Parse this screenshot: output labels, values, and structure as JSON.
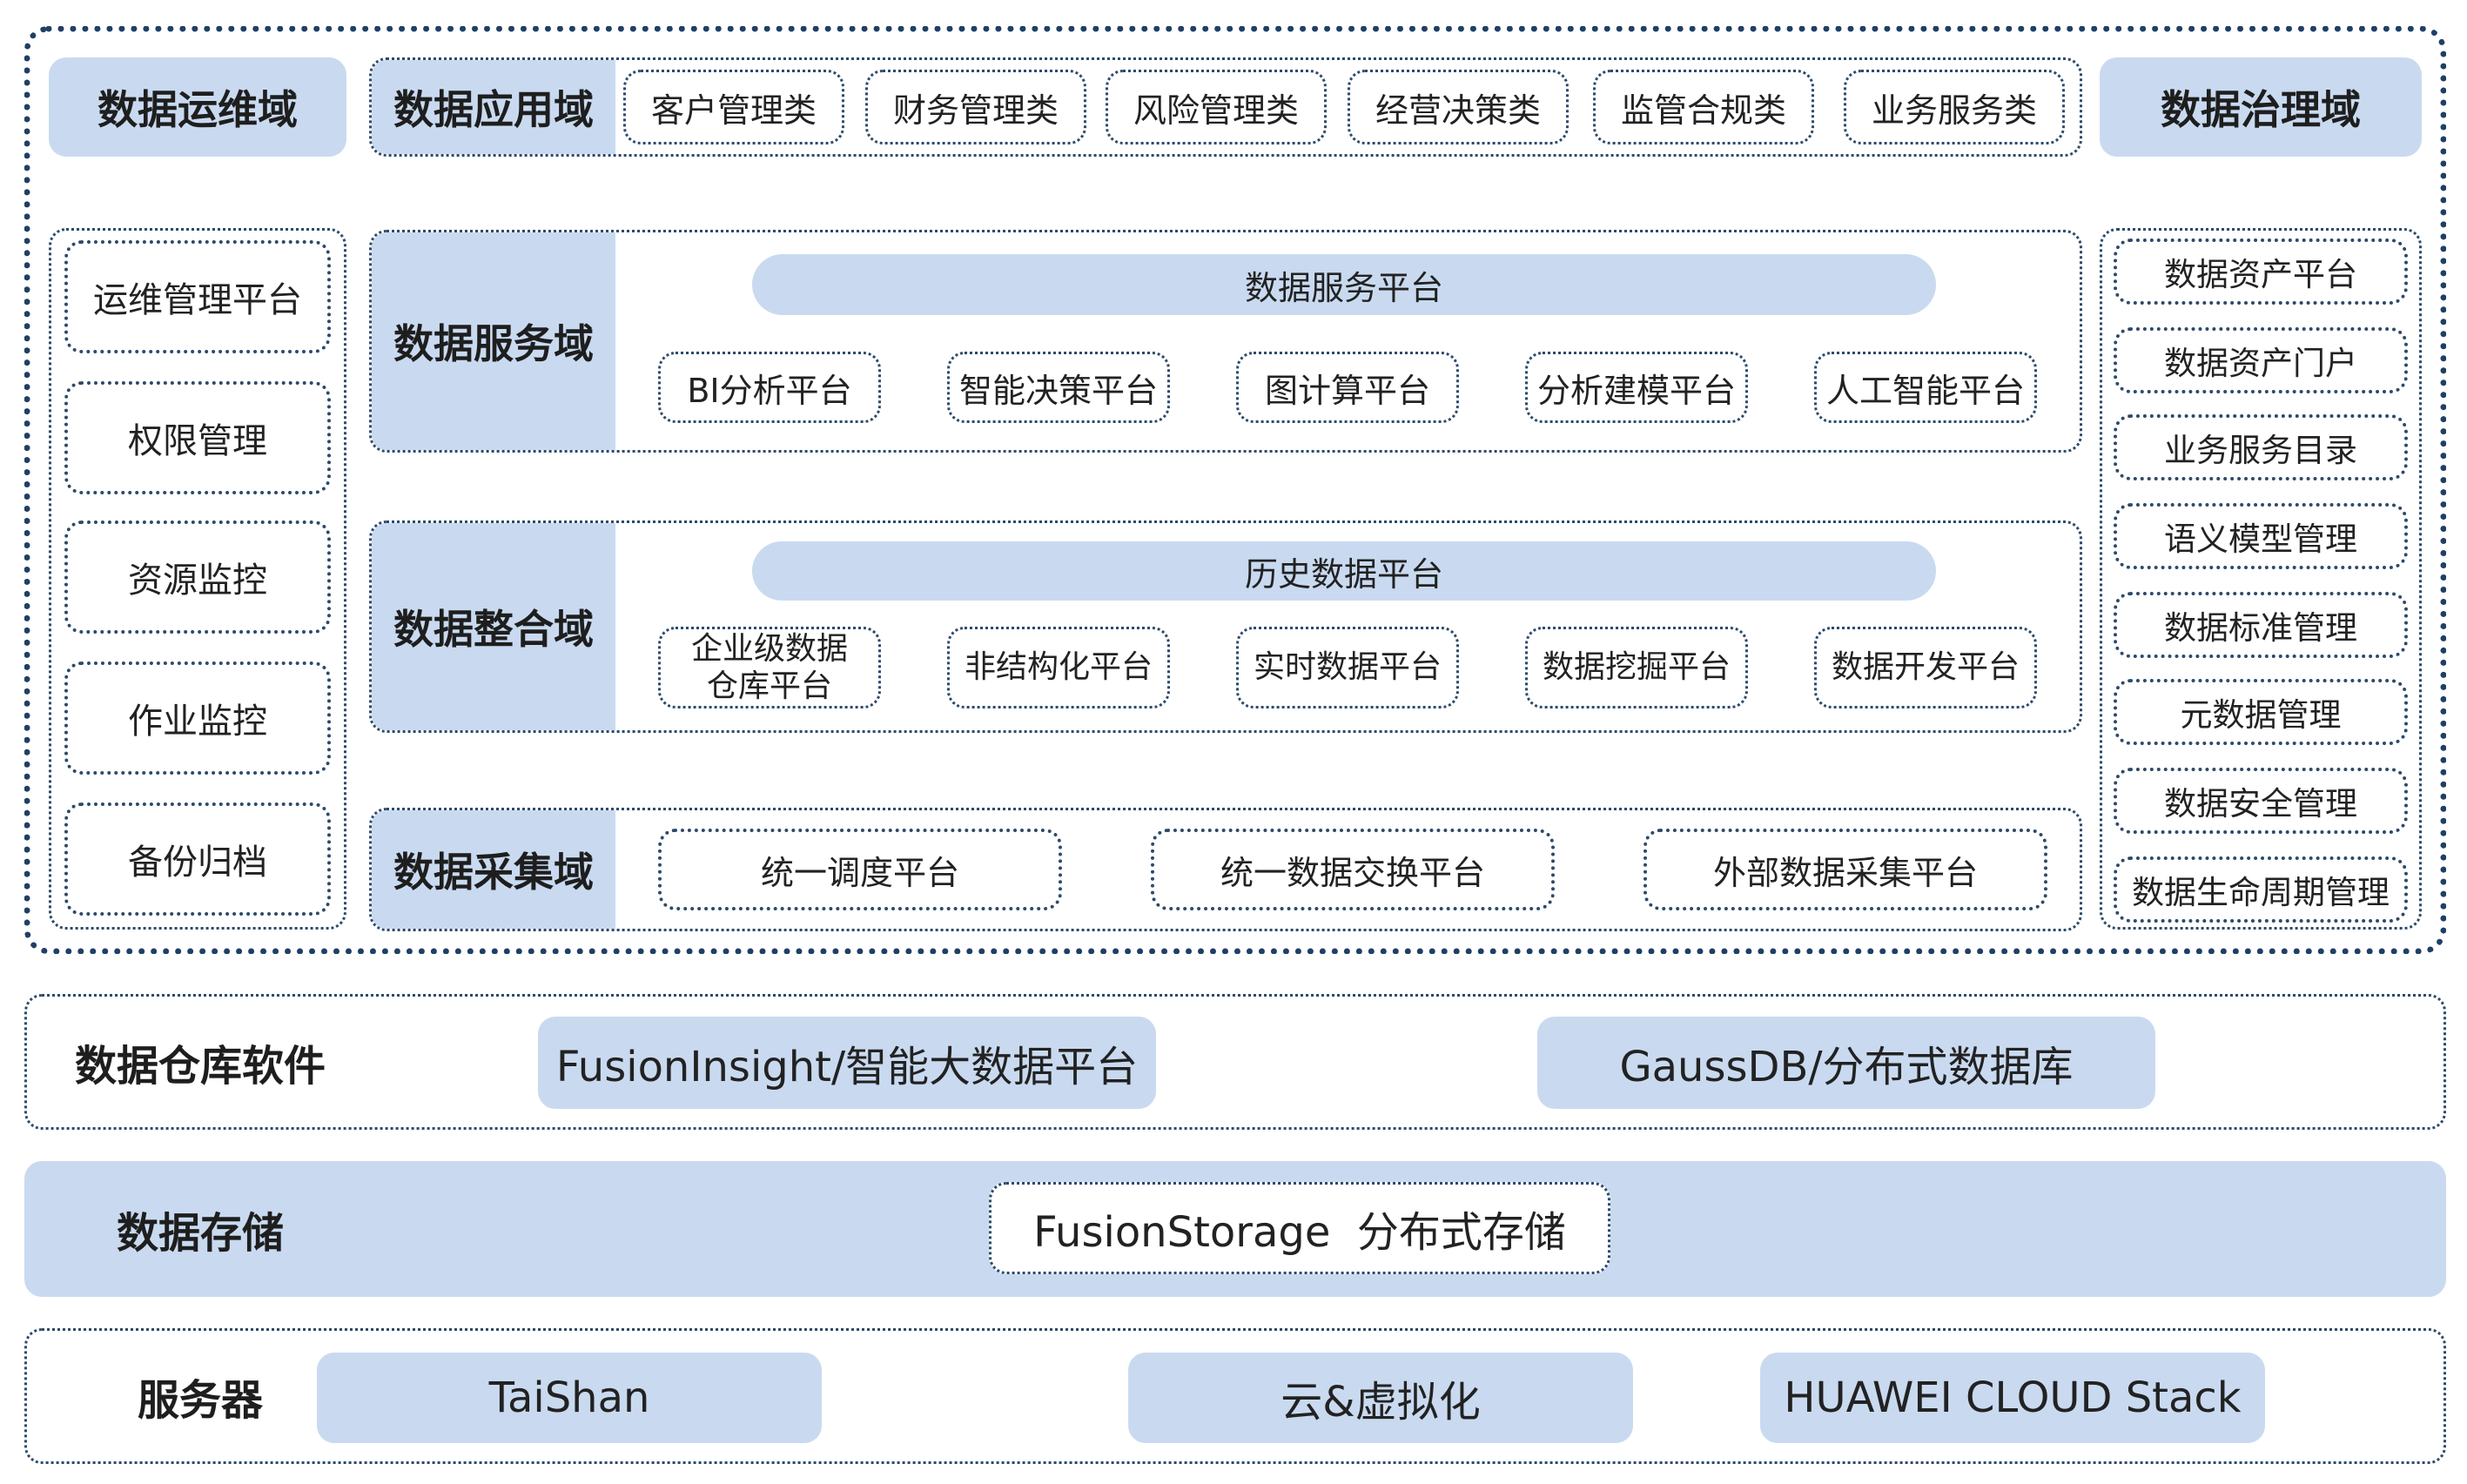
{
  "ops_domain": {
    "title": "数据运维域",
    "items": [
      "运维管理平台",
      "权限管理",
      "资源监控",
      "作业监控",
      "备份归档"
    ]
  },
  "governance_domain": {
    "title": "数据治理域",
    "items": [
      "数据资产平台",
      "数据资产门户",
      "业务服务目录",
      "语义模型管理",
      "数据标准管理",
      "元数据管理",
      "数据安全管理",
      "数据生命周期管理"
    ]
  },
  "application_domain": {
    "title": "数据应用域",
    "items": [
      "客户管理类",
      "财务管理类",
      "风险管理类",
      "经营决策类",
      "监管合规类",
      "业务服务类"
    ]
  },
  "service_domain": {
    "title": "数据服务域",
    "platform": "数据服务平台",
    "items": [
      "BI分析平台",
      "智能决策平台",
      "图计算平台",
      "分析建模平台",
      "人工智能平台"
    ]
  },
  "integration_domain": {
    "title": "数据整合域",
    "platform": "历史数据平台",
    "items": [
      "企业级数据\n仓库平台",
      "非结构化平台",
      "实时数据平台",
      "数据挖掘平台",
      "数据开发平台"
    ]
  },
  "collection_domain": {
    "title": "数据采集域",
    "items": [
      "统一调度平台",
      "统一数据交换平台",
      "外部数据采集平台"
    ]
  },
  "warehouse_layer": {
    "title": "数据仓库软件",
    "items": [
      "FusionInsight/智能大数据平台",
      "GaussDB/分布式数据库"
    ]
  },
  "storage_layer": {
    "title": "数据存储",
    "items": [
      "FusionStorage  分布式存储"
    ]
  },
  "server_layer": {
    "title": "服务器",
    "items": [
      "TaiShan",
      "云&虚拟化",
      "HUAWEI CLOUD Stack"
    ]
  },
  "colors": {
    "pill": "#c9daf0",
    "border": "#1f3f66"
  }
}
